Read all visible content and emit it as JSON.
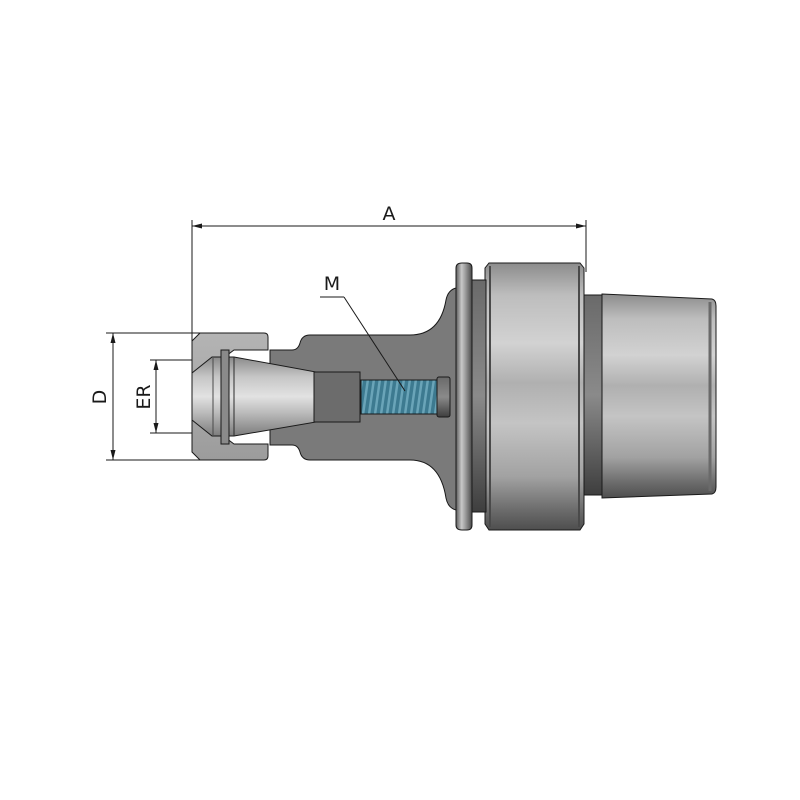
{
  "drawing": {
    "subject": "ER collet chuck tool holder (half-section view)",
    "labels": {
      "overall_length": "A",
      "nut_diameter": "D",
      "collet_size": "ER",
      "thread": "M"
    }
  },
  "colors": {
    "background": "#ffffff",
    "outline": "#1a1a1a",
    "section_fill": "#7a7a7a",
    "section_fill_light": "#9a9a9a",
    "steel_light": "#cfcfcf",
    "steel_mid": "#a8a8a8",
    "steel_dark": "#5e5e5e",
    "thread_fill": "#3f7f95",
    "thread_highlight": "#6aa6ba"
  }
}
